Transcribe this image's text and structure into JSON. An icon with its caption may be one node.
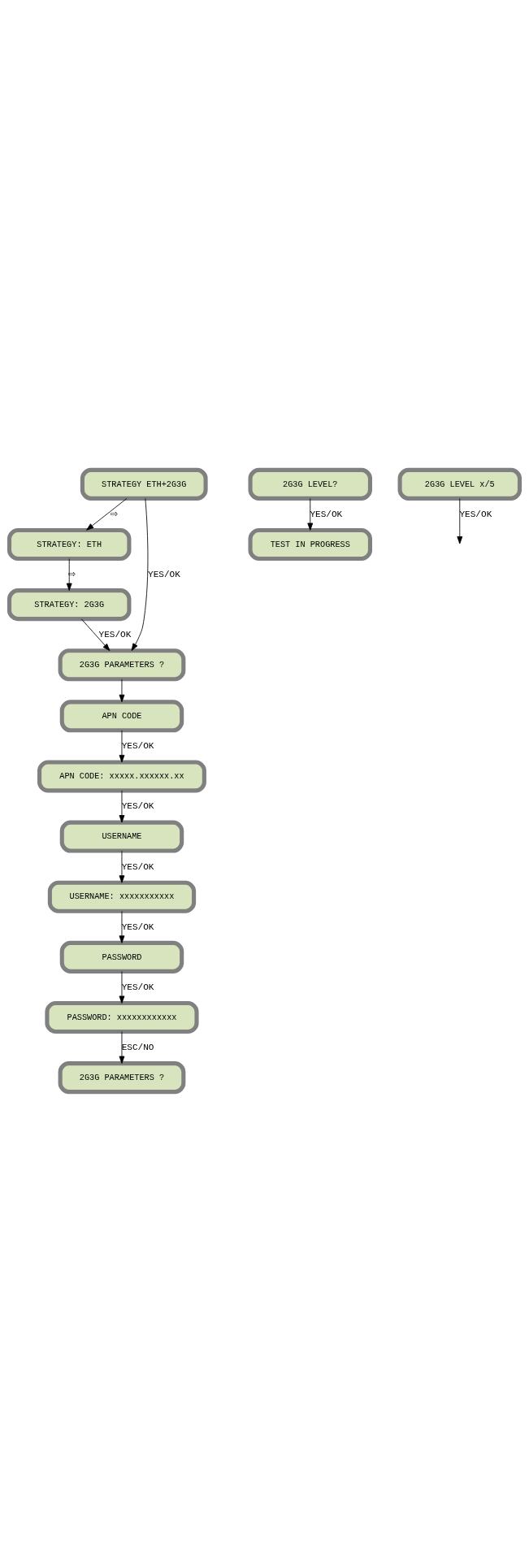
{
  "diagram": {
    "nodes": [
      {
        "text": [
          "STRATEGY ETH+2G3G"
        ]
      },
      {
        "text": [
          "STRATEGY: ETH"
        ]
      },
      {
        "text": [
          "STRATEGY: 2G3G"
        ]
      },
      {
        "text": [
          "2G3G PARAMETERS ?"
        ]
      },
      {
        "text": [
          "APN CODE"
        ]
      },
      {
        "text": [
          "APN CODE: xxxxx.xxxxxx.xx"
        ]
      },
      {
        "text": [
          "USERNAME"
        ]
      },
      {
        "text": [
          "USERNAME: xxxxxxxxxxx"
        ]
      },
      {
        "text": [
          "PASSWORD"
        ]
      },
      {
        "text": [
          "PASSWORD: xxxxxxxxxxxx"
        ]
      },
      {
        "text": [
          "2G3G PARAMETERS ?"
        ]
      },
      {
        "text": [
          "2G3G LEVEL?"
        ]
      },
      {
        "text": [
          "TEST IN PROGRESS"
        ]
      },
      {
        "text": [
          "2G3G LEVEL x/5"
        ]
      }
    ],
    "edges": [
      {
        "from": 0,
        "to": 1,
        "arrow": "to",
        "label": "⇨"
      },
      {
        "from": 1,
        "to": 2,
        "arrow": "to",
        "label": "⇨"
      },
      {
        "from": 0,
        "to": 3,
        "arrow": "to",
        "label": "YES/OK"
      },
      {
        "from": 2,
        "to": 3,
        "arrow": "to",
        "label": "YES/OK"
      },
      {
        "from": 3,
        "to": 4,
        "arrow": "to"
      },
      {
        "from": 4,
        "to": 5,
        "arrow": "to",
        "label": "YES/OK"
      },
      {
        "from": 5,
        "to": 6,
        "arrow": "to",
        "label": "YES/OK"
      },
      {
        "from": 6,
        "to": 7,
        "arrow": "to",
        "label": "YES/OK"
      },
      {
        "from": 7,
        "to": 8,
        "arrow": "to",
        "label": "YES/OK"
      },
      {
        "from": 8,
        "to": 9,
        "arrow": "to",
        "label": "YES/OK"
      },
      {
        "from": 9,
        "to": 10,
        "arrow": "to",
        "label": "ESC/NO"
      },
      {
        "from": 11,
        "to": 12,
        "arrow": "to",
        "label": "YES/OK"
      },
      {
        "from": 13,
        "to": null,
        "arrow": "to",
        "label": "YES/OK"
      }
    ]
  }
}
